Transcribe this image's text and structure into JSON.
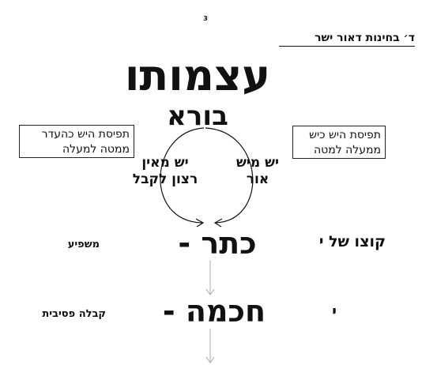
{
  "page_number": "3",
  "header": "ד׳ בחינות דאור ישר",
  "title": "עצמותו",
  "subtitle": "בורא",
  "box_left": {
    "line1": "תפיסת היש כהעדר",
    "line2": "ממטה למעלה"
  },
  "box_right": {
    "line1": "תפיסת היש כיש",
    "line2": "ממעלה למטה"
  },
  "circle_left": {
    "line1": "יש מאין",
    "line2": "רצון לקבל"
  },
  "circle_right": {
    "line1": "יש מיש",
    "line2": "אור"
  },
  "rows": [
    {
      "main": "כתר -",
      "left_label": "משפיע",
      "right_label": "קוצו של י"
    },
    {
      "main": "חכמה -",
      "left_label": "קבלה פסיבית",
      "right_label": "י"
    }
  ],
  "colors": {
    "ink": "#111111",
    "arrow_gray": "#aaaaaa",
    "background": "#ffffff"
  }
}
